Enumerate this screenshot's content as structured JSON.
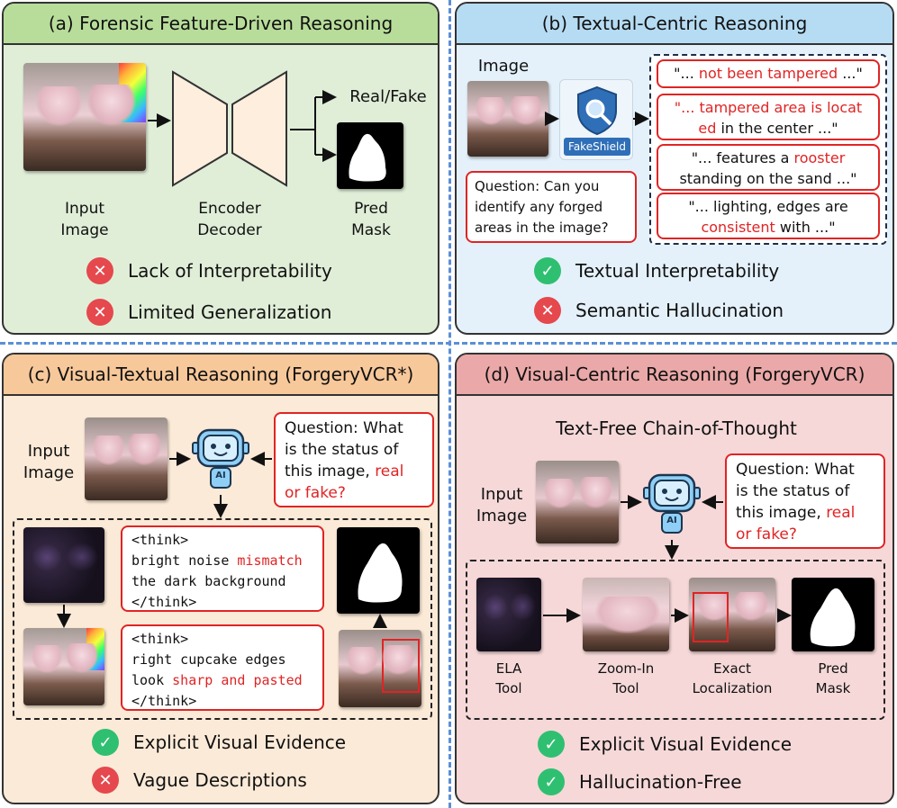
{
  "panel_a": {
    "title": "(a) Forensic Feature-Driven Reasoning",
    "input_label_1": "Input",
    "input_label_2": "Image",
    "model_label_1": "Encoder",
    "model_label_2": "Decoder",
    "output_cls": "Real/Fake",
    "mask_label_1": "Pred",
    "mask_label_2": "Mask",
    "status": [
      {
        "icon": "cross-icon",
        "text": "Lack of Interpretability"
      },
      {
        "icon": "cross-icon",
        "text": "Limited Generalization"
      }
    ]
  },
  "panel_b": {
    "title": "(b) Textual-Centric Reasoning",
    "image_label": "Image",
    "logo_text": "FakeShield",
    "question_1": "Question: Can you",
    "question_2": "identify any forged",
    "question_3": "areas in the image?",
    "responses": [
      {
        "pre": "\"... ",
        "hl": "not been tampered",
        "post": " ...\""
      },
      {
        "l1_hl": "\"... tampered area is locat",
        "l2_hl": "ed",
        "l2_post": " in the center ...\""
      },
      {
        "l1": "\"... features a ",
        "l1_hl": "rooster",
        "l2": "standing on the sand ...\""
      },
      {
        "l1": "\"... lighting, edges are",
        "l2_hl": "consistent",
        "l2_post": " with ...\""
      }
    ],
    "status": [
      {
        "icon": "check-icon",
        "text": "Textual Interpretability"
      },
      {
        "icon": "cross-icon",
        "text": "Semantic Hallucination"
      }
    ]
  },
  "panel_c": {
    "title": "(c) Visual-Textual Reasoning (ForgeryVCR*)",
    "input_label_1": "Input",
    "input_label_2": "Image",
    "question_1": "Question: What",
    "question_2": "is the status of",
    "question_3_pre": "this image, ",
    "question_3_hl": "real",
    "question_4_hl": "or fake?",
    "ai_badge": "AI",
    "think_1": {
      "open": "<think>",
      "l1_pre": "bright noise ",
      "l1_hl": "mismatch",
      "l2": "the dark background",
      "close": "</think>"
    },
    "think_2": {
      "open": "<think>",
      "l1": "right  cupcake  edges",
      "l2_pre": "look ",
      "l2_hl": "sharp and pasted",
      "close": "</think>"
    },
    "status": [
      {
        "icon": "check-icon",
        "text": "Explicit Visual Evidence"
      },
      {
        "icon": "cross-icon",
        "text": "Vague Descriptions"
      }
    ]
  },
  "panel_d": {
    "title": "(d) Visual-Centric Reasoning (ForgeryVCR)",
    "subtitle": "Text-Free Chain-of-Thought",
    "input_label_1": "Input",
    "input_label_2": "Image",
    "question_1": "Question: What",
    "question_2": "is the status of",
    "question_3_pre": "this image, ",
    "question_3_hl": "real",
    "question_4_hl": "or fake?",
    "ai_badge": "AI",
    "steps": [
      {
        "l1": "ELA",
        "l2": "Tool"
      },
      {
        "l1": "Zoom-In",
        "l2": "Tool"
      },
      {
        "l1": "Exact",
        "l2": "Localization"
      },
      {
        "l1": "Pred",
        "l2": "Mask"
      }
    ],
    "status": [
      {
        "icon": "check-icon",
        "text": "Explicit Visual Evidence"
      },
      {
        "icon": "check-icon",
        "text": "Hallucination-Free"
      }
    ]
  },
  "colors": {
    "highlight": "#e02424",
    "good": "#2fbf71",
    "bad": "#e5484d"
  }
}
